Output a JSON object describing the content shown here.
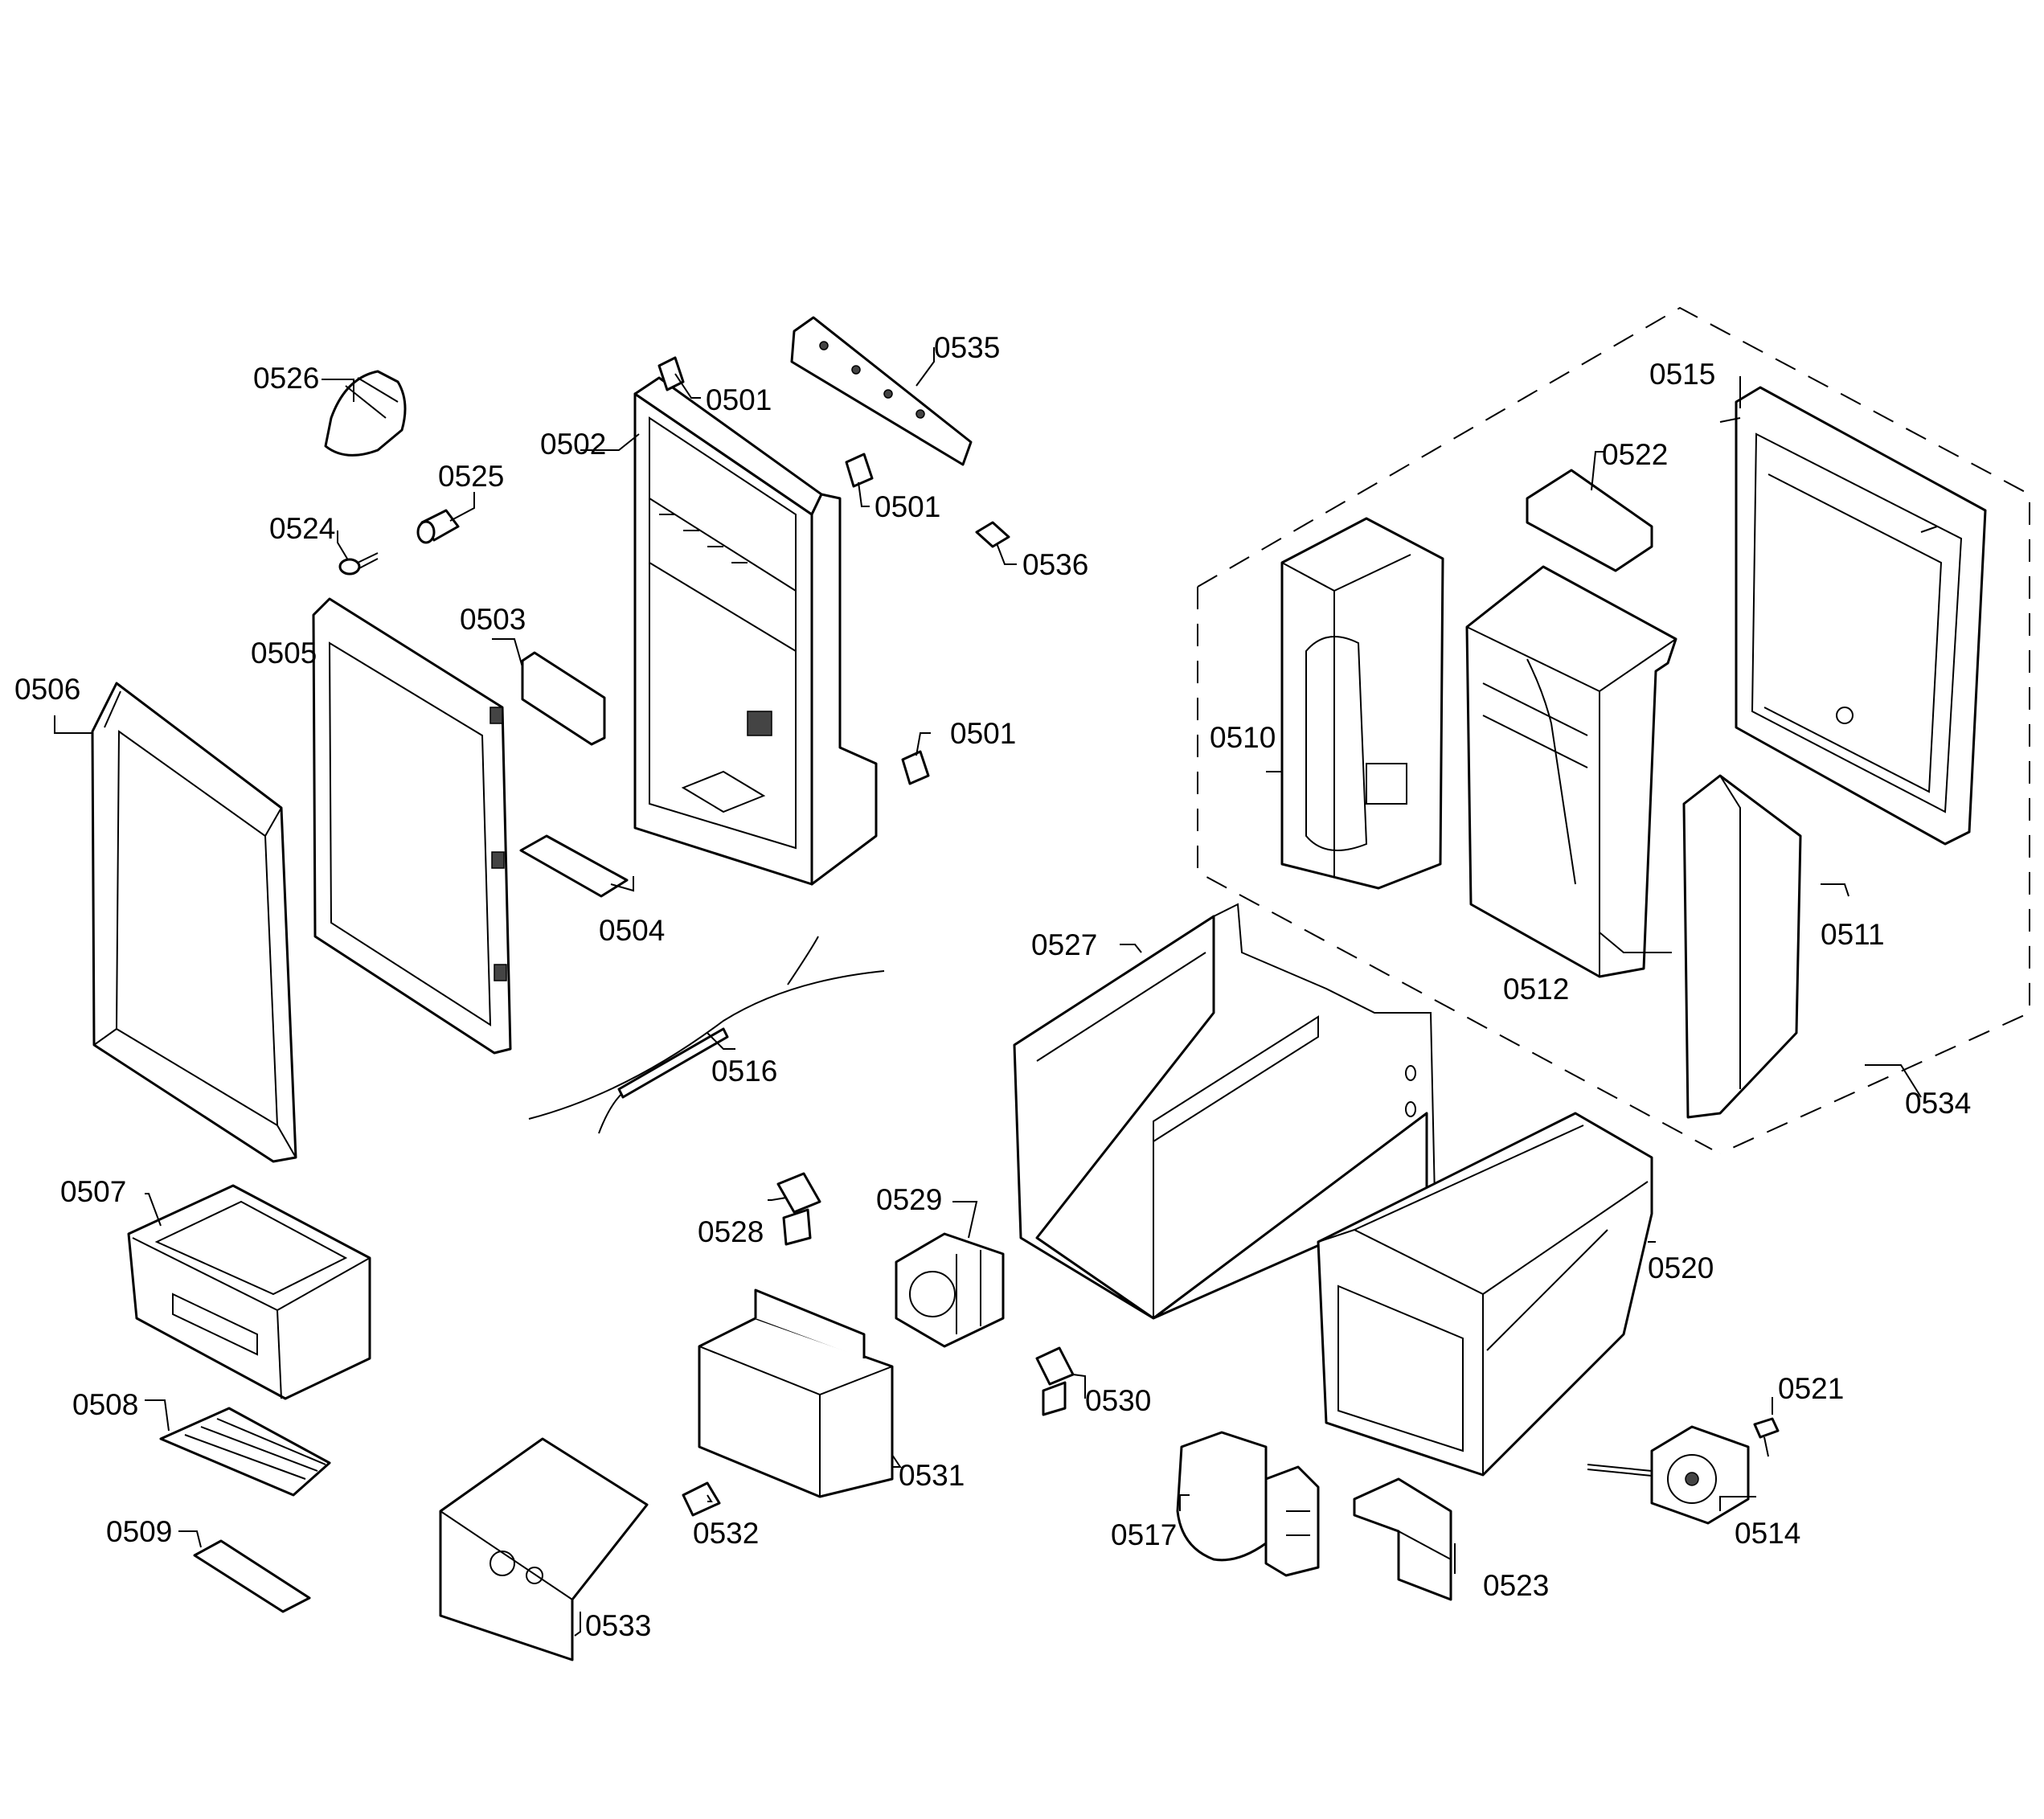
{
  "labels": {
    "l0526": "0526",
    "l0525": "0525",
    "l0524": "0524",
    "l0501a": "0501",
    "l0501b": "0501",
    "l0501c": "0501",
    "l0535": "0535",
    "l0502": "0502",
    "l0536": "0536",
    "l0515": "0515",
    "l0522": "0522",
    "l0503": "0503",
    "l0505": "0505",
    "l0506": "0506",
    "l0510": "0510",
    "l0504": "0504",
    "l0527": "0527",
    "l0511": "0511",
    "l0512": "0512",
    "l0516": "0516",
    "l0534": "0534",
    "l0507": "0507",
    "l0529": "0529",
    "l0528": "0528",
    "l0520": "0520",
    "l0530": "0530",
    "l0521": "0521",
    "l0508": "0508",
    "l0531": "0531",
    "l0509": "0509",
    "l0532": "0532",
    "l0517": "0517",
    "l0514": "0514",
    "l0523": "0523",
    "l0533": "0533"
  }
}
